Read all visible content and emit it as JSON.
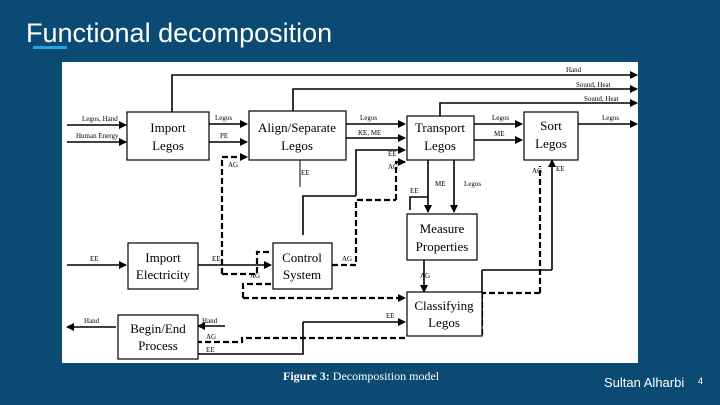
{
  "slide": {
    "title": "Functional decomposition",
    "author": "Sultan Alharbi",
    "page_number": "4"
  },
  "caption": {
    "prefix": "Figure 3:",
    "text": " Decomposition model"
  },
  "diagram": {
    "boxes": {
      "import_legos": [
        "Import",
        "Legos"
      ],
      "align_separate": [
        "Align/Separate",
        "Legos"
      ],
      "transport_legos": [
        "Transport",
        "Legos"
      ],
      "sort_legos": [
        "Sort",
        "Legos"
      ],
      "measure_properties": [
        "Measure",
        "Properties"
      ],
      "import_electricity": [
        "Import",
        "Electricity"
      ],
      "control_system": [
        "Control",
        "System"
      ],
      "classifying_legos": [
        "Classifying",
        "Legos"
      ],
      "begin_end": [
        "Begin/End",
        "Process"
      ]
    },
    "flows": {
      "hand_top": "Hand",
      "sound_heat_1": "Sound, Heat",
      "sound_heat_2": "Sound, Heat",
      "legos_hand_in": "Legos, Hand",
      "human_energy_in": "Human Energy",
      "legos_1": "Legos",
      "pe": "PE",
      "legos_2": "Legos",
      "ke_me": "KE, ME",
      "legos_3": "Legos",
      "me_1": "ME",
      "legos_out": "Legos",
      "ag_1": "AG",
      "ee_1": "EE",
      "ee_2": "EE",
      "ag_2": "AG",
      "ee_3": "EE",
      "me_2": "ME",
      "legos_4": "Legos",
      "ag_3": "AG",
      "ee_4": "EE",
      "ee_in": "EE",
      "ee_5": "EE",
      "ag_4": "AG",
      "ag_5": "AG",
      "ag_6": "AG",
      "ee_6": "EE",
      "hand_out": "Hand",
      "hand_2": "Hand",
      "ag_7": "AG",
      "ee_7": "EE"
    }
  }
}
